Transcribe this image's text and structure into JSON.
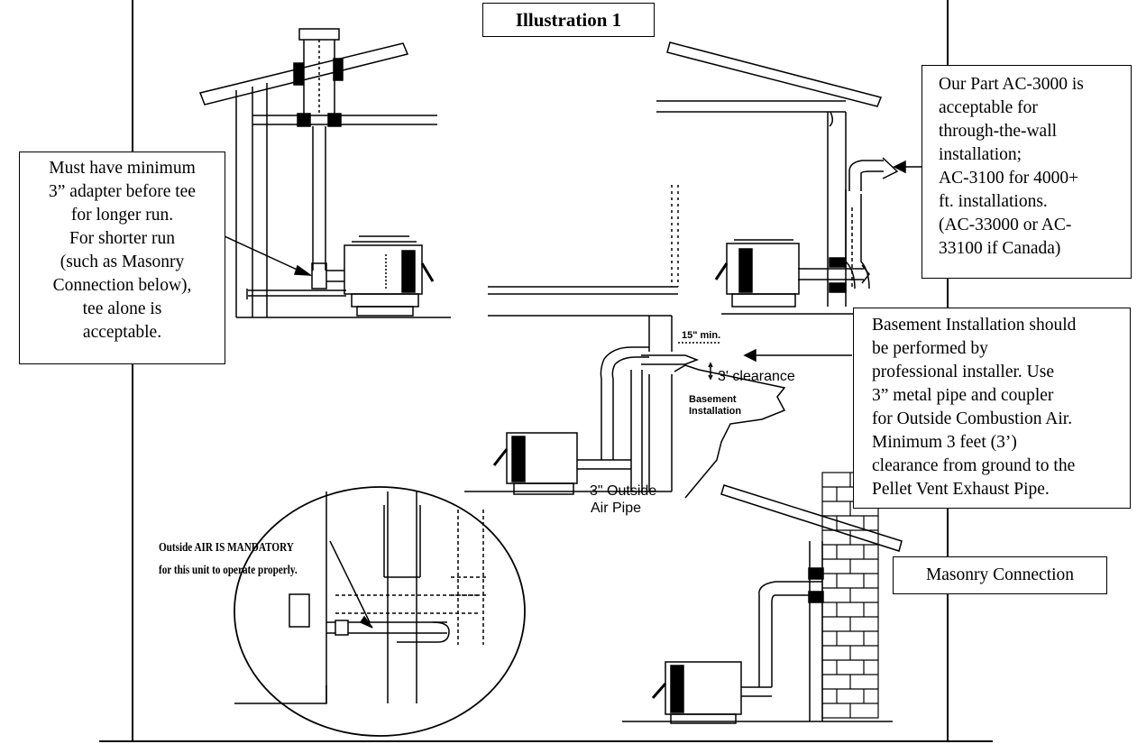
{
  "title": "Illustration 1",
  "callouts": {
    "adapter": [
      "Must have minimum",
      "3” adapter before tee",
      "for longer run.",
      "For shorter run",
      "(such as Masonry",
      "Connection below),",
      "tee alone is",
      "acceptable."
    ],
    "part": [
      "Our Part AC-3000 is",
      "acceptable for",
      "through-the-wall",
      "installation;",
      "AC-3100 for 4000+",
      "ft. installations.",
      "(AC-33000 or AC-",
      "33100 if Canada)"
    ],
    "basement": [
      "Basement Installation should",
      "be performed by",
      "professional installer.  Use",
      "3” metal pipe and coupler",
      "for Outside Combustion Air.",
      "Minimum 3 feet (3’)",
      "clearance from ground to the",
      "Pellet Vent Exhaust Pipe."
    ],
    "masonry": "Masonry Connection"
  },
  "diagram_labels": {
    "min_distance": "15\" min.",
    "clearance": "3' clearance",
    "basement_1": "Basement",
    "basement_2": "Installation",
    "outside_air_1": "3\" Outside",
    "outside_air_2": "Air Pipe",
    "mandatory_1": "Outside AIR IS MANDATORY",
    "mandatory_2": "for this unit to operate properly."
  }
}
